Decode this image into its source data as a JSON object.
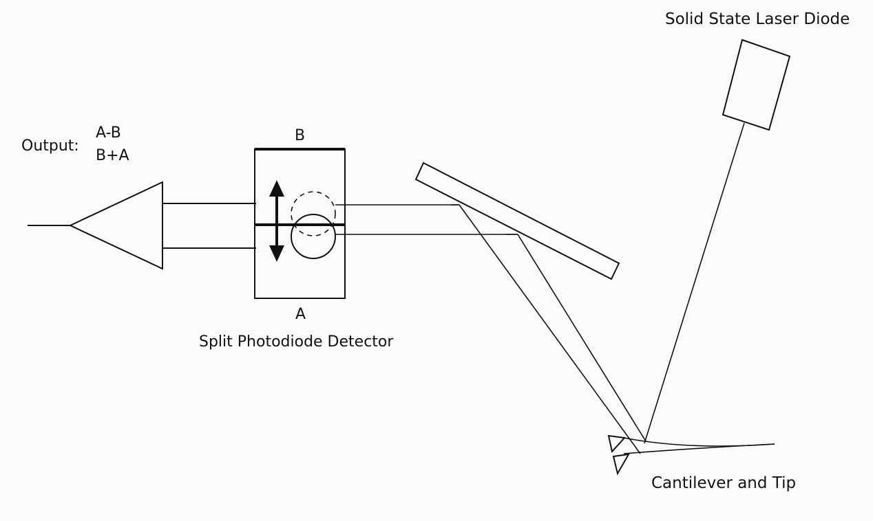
{
  "labels": {
    "laser": "Solid State Laser Diode",
    "output_prefix": "Output:",
    "output_numerator": "A-B",
    "output_denominator": "B+A",
    "segment_b": "B",
    "segment_a": "A",
    "detector": "Split Photodiode Detector",
    "cantilever": "Cantilever and Tip"
  }
}
